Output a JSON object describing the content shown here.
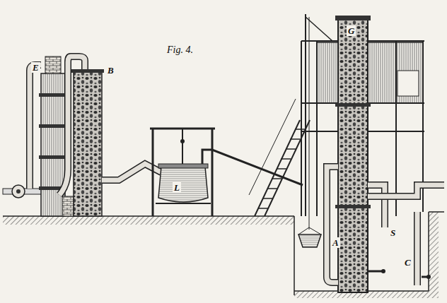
{
  "diagram": {
    "title": "Fig. 4.",
    "labels": [
      "E",
      "B",
      "L",
      "G",
      "A",
      "S",
      "C"
    ]
  }
}
